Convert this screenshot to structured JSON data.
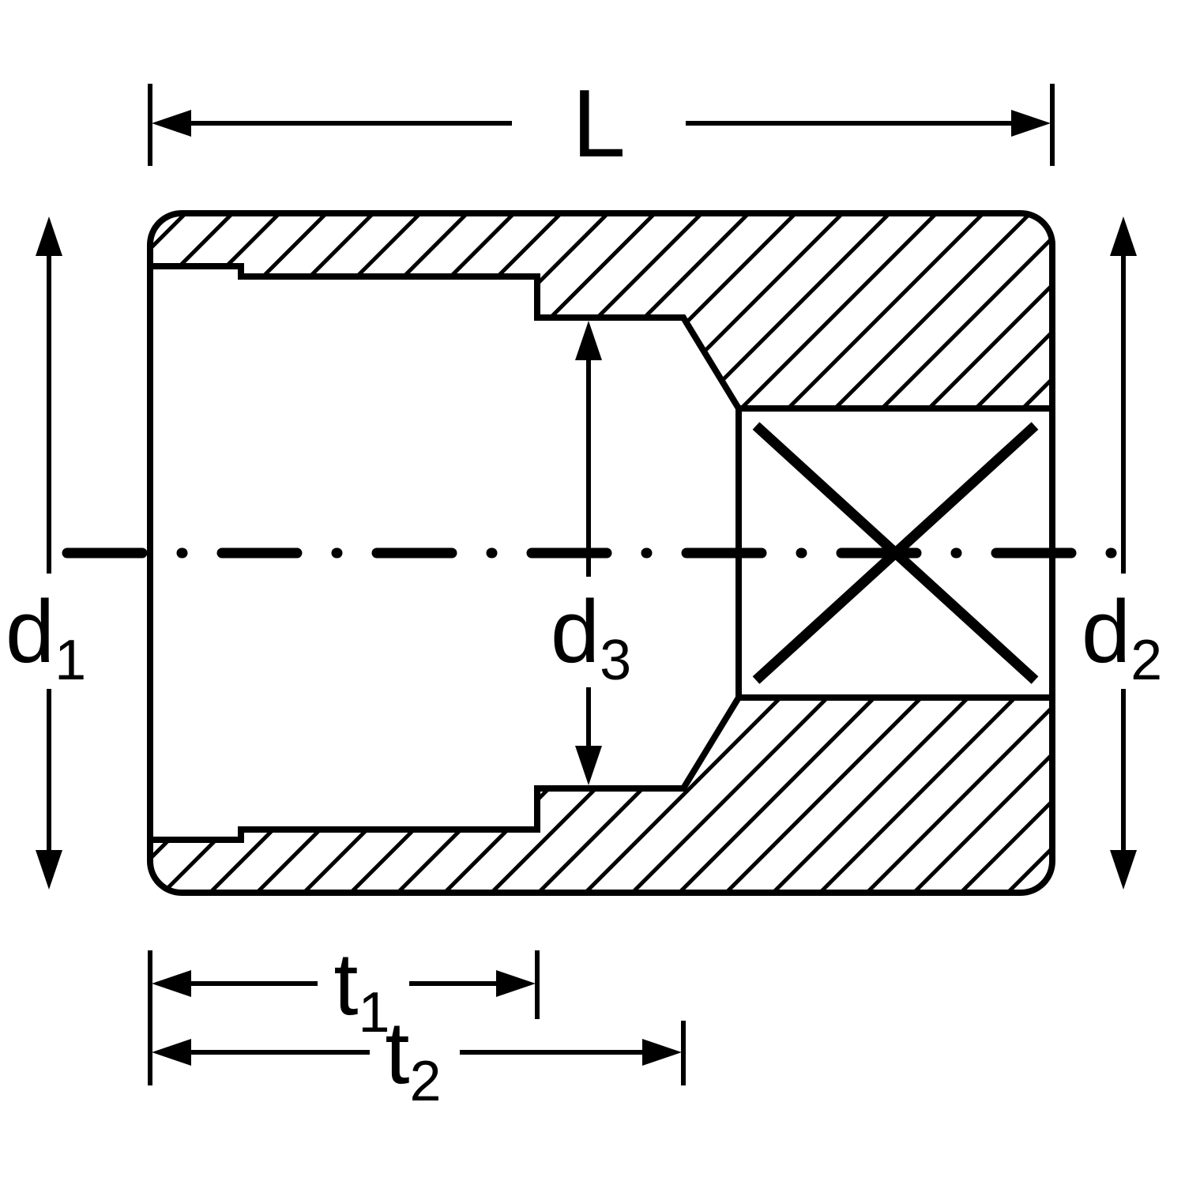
{
  "diagram": {
    "type": "technical-cross-section",
    "subject": "socket-tool-section-view",
    "colors": {
      "line": "#000000",
      "background": "#ffffff"
    },
    "labels": {
      "L": {
        "main": "L",
        "sub": ""
      },
      "d1": {
        "main": "d",
        "sub": "1"
      },
      "d2": {
        "main": "d",
        "sub": "2"
      },
      "d3": {
        "main": "d",
        "sub": "3"
      },
      "t1": {
        "main": "t",
        "sub": "1"
      },
      "t2": {
        "main": "t",
        "sub": "2"
      }
    }
  }
}
